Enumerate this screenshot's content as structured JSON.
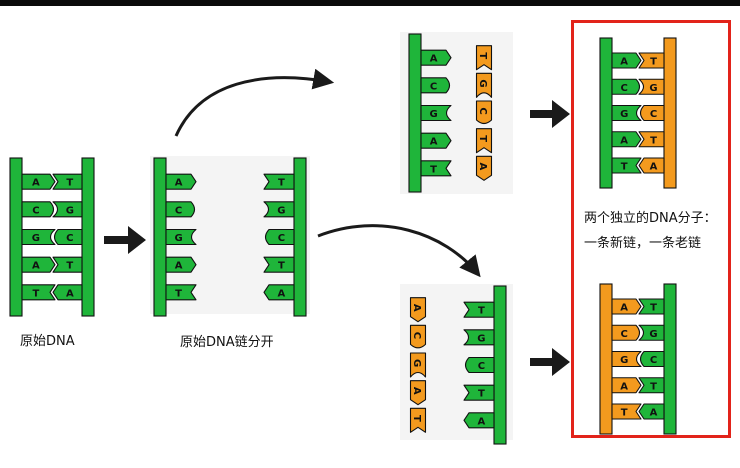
{
  "colors": {
    "old_strand": "#1fb53a",
    "new_strand": "#f39a1e",
    "outline": "#111111",
    "arrow": "#1a1a1a",
    "highlight_box": "#e2231a"
  },
  "labels": {
    "original": "原始DNA",
    "separated": "原始DNA链分开",
    "result_line1": "两个独立的DNA分子：",
    "result_line2": "一条新链，一条老链"
  },
  "strands": {
    "left_bases": [
      "A",
      "C",
      "G",
      "A",
      "T"
    ],
    "right_bases": [
      "T",
      "G",
      "C",
      "T",
      "A"
    ]
  }
}
